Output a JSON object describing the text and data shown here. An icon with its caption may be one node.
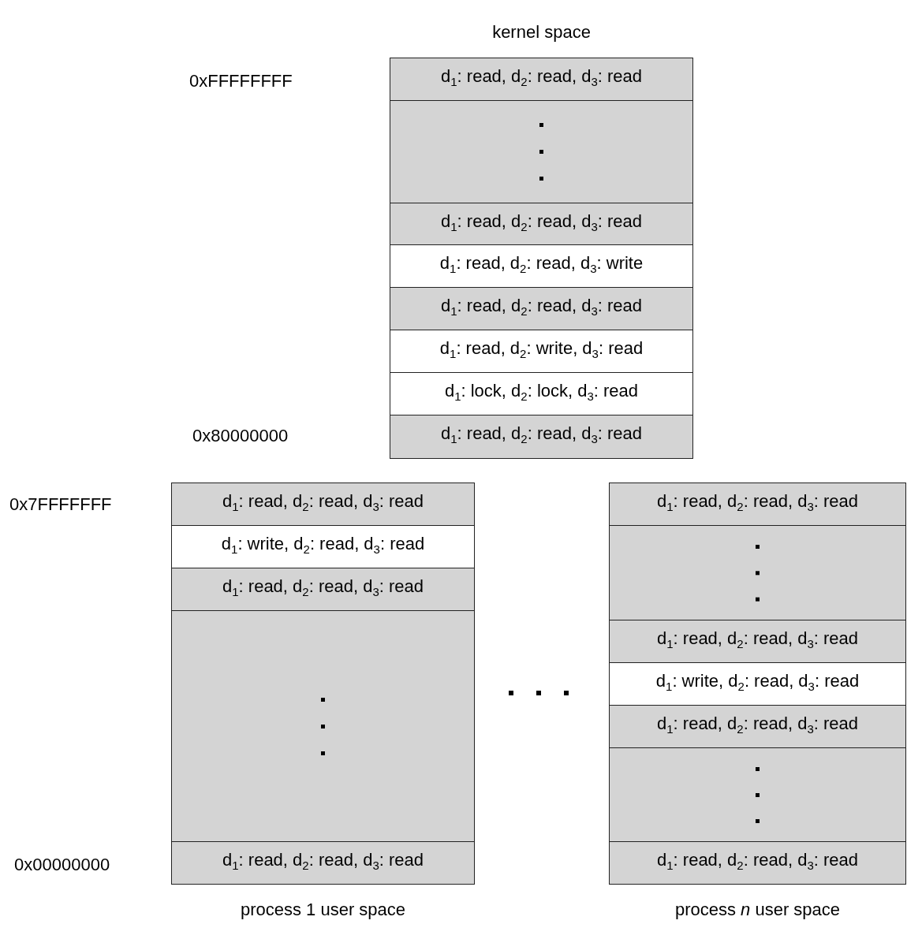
{
  "diagram": {
    "nodes": [
      {
        "text": [
          "kernel space"
        ]
      },
      {
        "text": [
          "d$_{1}$: read, d$_{2}$: read, d$_{3}$: read"
        ],
        "in": 0
      },
      {
        "text": [],
        "shape": "box",
        "in": 0
      },
      {
        "text": [
          "d$_{1}$: read, d$_{2}$: read, d$_{3}$: read"
        ],
        "in": 0
      },
      {
        "text": [
          "d$_{1}$: read, d$_{2}$: read, d$_{3}$: write"
        ],
        "in": 0
      },
      {
        "text": [
          "d$_{1}$: read, d$_{2}$: read, d$_{3}$: read"
        ],
        "in": 0
      },
      {
        "text": [
          "d$_{1}$: read, d$_{2}$: write, d$_{3}$: read"
        ],
        "in": 0
      },
      {
        "text": [
          "d$_{1}$: lock, d$_{2}$: lock, d$_{3}$: read"
        ],
        "in": 0
      },
      {
        "text": [
          "d$_{1}$: read, d$_{2}$: read, d$_{3}$: read"
        ],
        "in": 0
      },
      {
        "text": [
          "process 1 user space"
        ]
      },
      {
        "text": [
          "d$_{1}$: read, d$_{2}$: read, d$_{3}$: read"
        ],
        "in": 9
      },
      {
        "text": [
          "d$_{1}$: write, d$_{2}$: read, d$_{3}$: read"
        ],
        "in": 9
      },
      {
        "text": [
          "d$_{1}$: read, d$_{2}$: read, d$_{3}$: read"
        ],
        "in": 9
      },
      {
        "text": [],
        "shape": "box",
        "in": 9
      },
      {
        "text": [
          "d$_{1}$: read, d$_{2}$: read, d$_{3}$: read"
        ],
        "in": 9
      },
      {
        "text": [
          "process *n* user space"
        ]
      },
      {
        "text": [
          "d$_{1}$: read, d$_{2}$: read, d$_{3}$: read"
        ],
        "in": 15
      },
      {
        "text": [],
        "shape": "box",
        "in": 15
      },
      {
        "text": [
          "d$_{1}$: read, d$_{2}$: read, d$_{3}$: read"
        ],
        "in": 15
      },
      {
        "text": [
          "d$_{1}$: write, d$_{2}$: read, d$_{3}$: read"
        ],
        "in": 15
      },
      {
        "text": [
          "d$_{1}$: read, d$_{2}$: read, d$_{3}$: read"
        ],
        "in": 15
      },
      {
        "text": [],
        "shape": "box",
        "in": 15
      },
      {
        "text": [
          "d$_{1}$: read, d$_{2}$: read, d$_{3}$: read"
        ],
        "in": 15
      }
    ],
    "labels": [
      "0xFFFFFFFF",
      "0x80000000",
      "0x7FFFFFFF",
      "0x00000000"
    ]
  }
}
